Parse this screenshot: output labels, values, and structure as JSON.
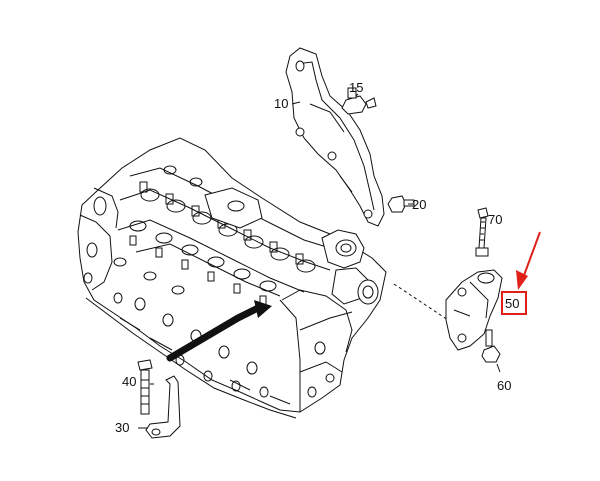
{
  "diagram": {
    "callouts": {
      "c10": "10",
      "c15": "15",
      "c20": "20",
      "c70": "70",
      "c50": "50",
      "c60": "60",
      "c40": "40",
      "c30": "30"
    },
    "highlight_color": "#e0211a",
    "line_color": "#111111"
  }
}
